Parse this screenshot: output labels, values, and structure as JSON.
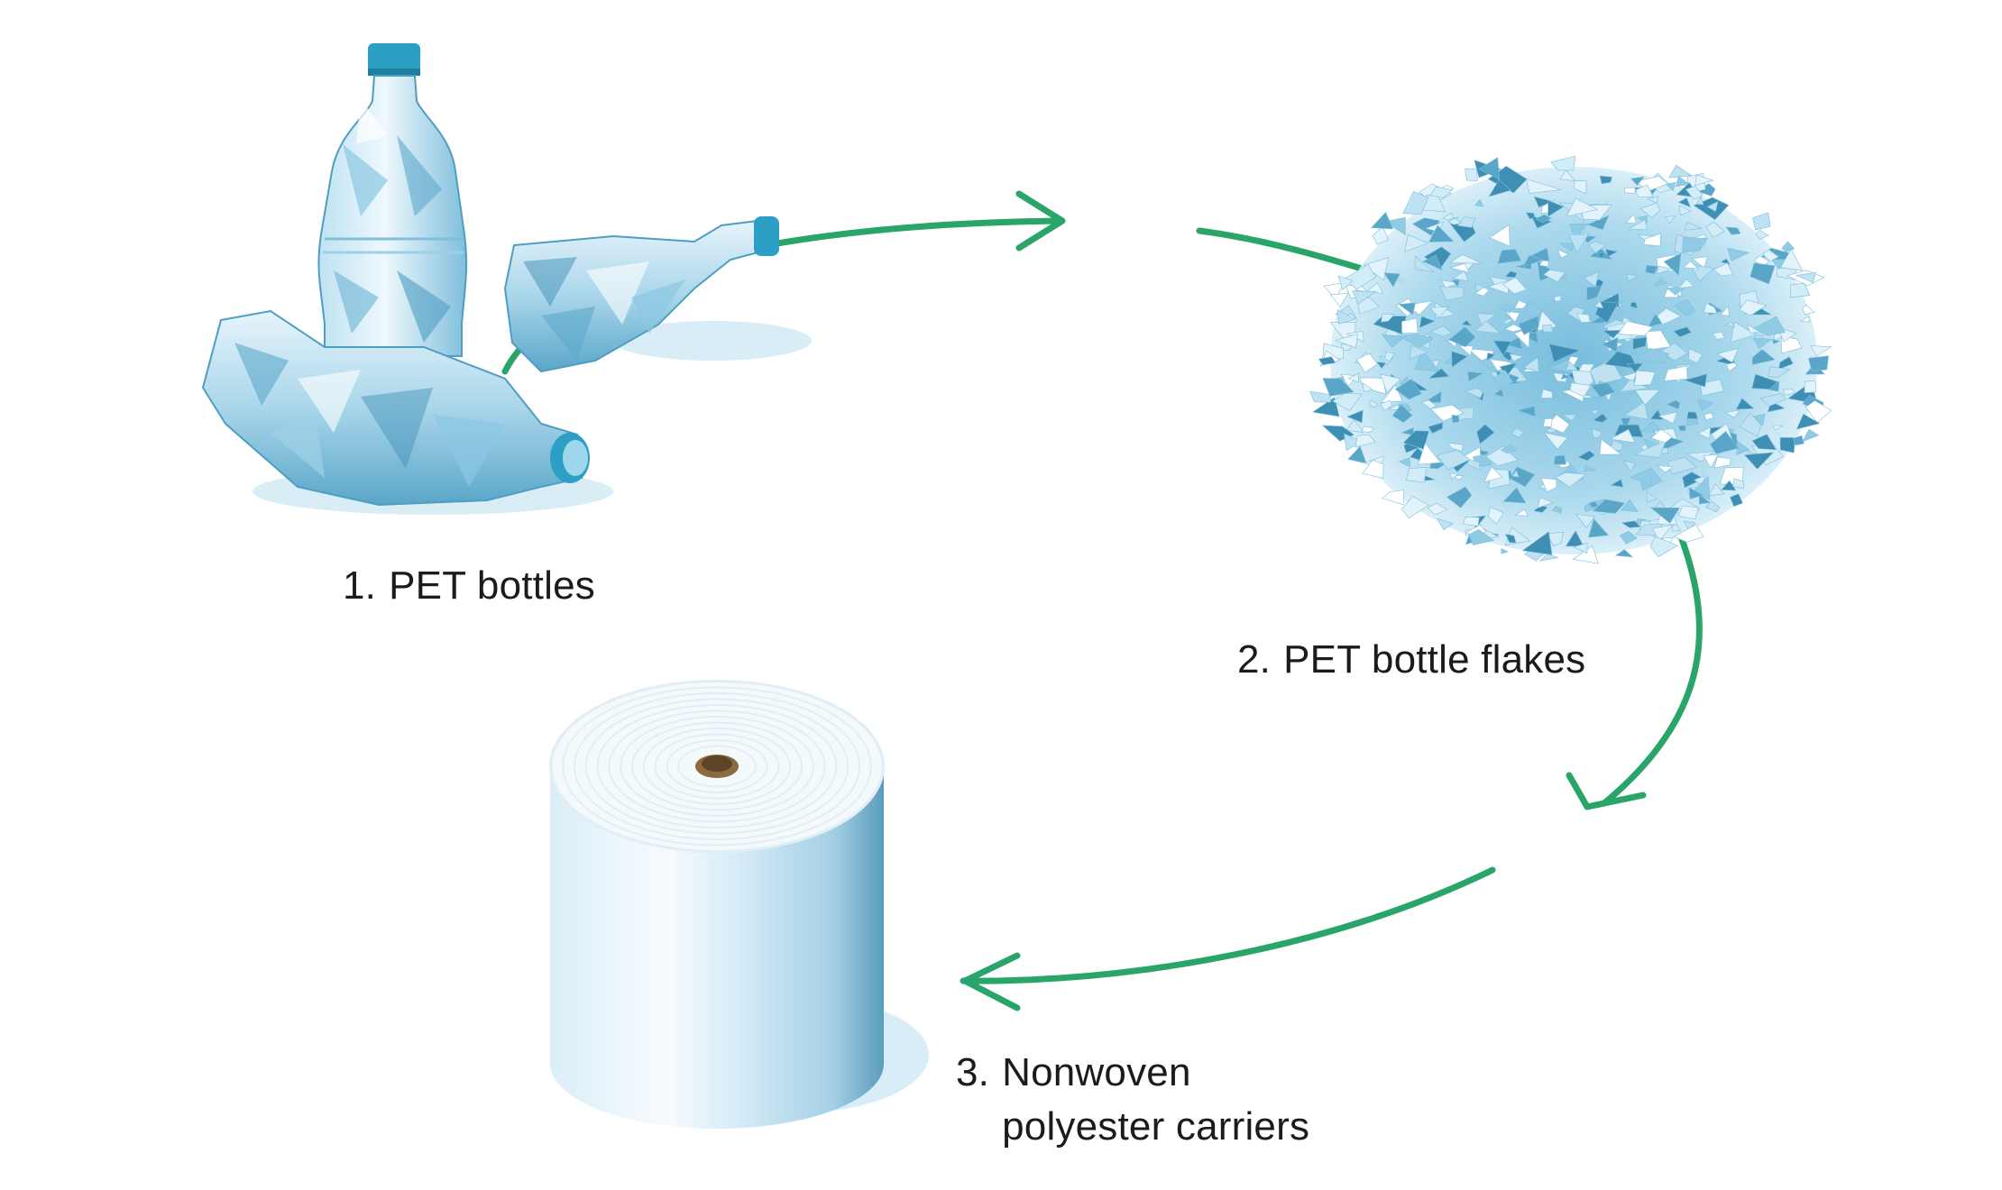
{
  "steps": [
    {
      "number": "1.",
      "label": "PET bottles",
      "icon": "pet-bottles-icon"
    },
    {
      "number": "2.",
      "label": "PET bottle flakes",
      "icon": "pet-flakes-icon"
    },
    {
      "number": "3.",
      "label_line1": "Nonwoven",
      "label_line2": "polyester carriers",
      "icon": "fabric-roll-icon"
    }
  ],
  "colors": {
    "arrow": "#2aa56a",
    "plastic_light": "#d9eef8",
    "plastic_mid": "#9fd0e8",
    "plastic_dark": "#3f8fb5",
    "cap": "#2e9fc4",
    "roll_light": "#eef7fc",
    "roll_dark": "#5e9fc0",
    "roll_core": "#8a6a3e",
    "text": "#1b1b1b"
  }
}
